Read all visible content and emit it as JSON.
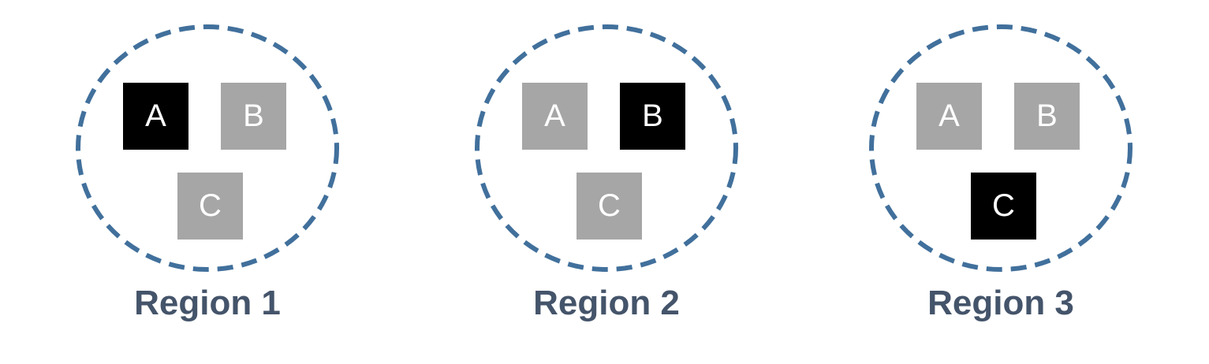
{
  "colors": {
    "ring": "#41709c",
    "active_box": "#000000",
    "inactive_box": "#a6a6a6",
    "box_text": "#ffffff",
    "label": "#44546a"
  },
  "regions": [
    {
      "label": "Region 1",
      "boxes": [
        {
          "letter": "A",
          "state": "active"
        },
        {
          "letter": "B",
          "state": "inactive"
        },
        {
          "letter": "C",
          "state": "inactive"
        }
      ]
    },
    {
      "label": "Region 2",
      "boxes": [
        {
          "letter": "A",
          "state": "inactive"
        },
        {
          "letter": "B",
          "state": "active"
        },
        {
          "letter": "C",
          "state": "inactive"
        }
      ]
    },
    {
      "label": "Region 3",
      "boxes": [
        {
          "letter": "A",
          "state": "inactive"
        },
        {
          "letter": "B",
          "state": "inactive"
        },
        {
          "letter": "C",
          "state": "active"
        }
      ]
    }
  ]
}
